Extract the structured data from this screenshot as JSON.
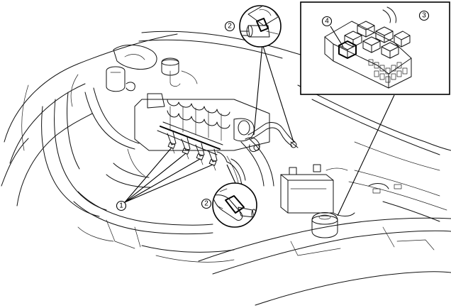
{
  "callouts": {
    "fuel_injector": "1",
    "fuel_hose_connection_top": "2",
    "fuel_hose_connection_bottom": "2",
    "relay_block": "3",
    "fuel_pump_relay": "4"
  },
  "colors": {
    "line": "#000000",
    "background": "#ffffff"
  }
}
